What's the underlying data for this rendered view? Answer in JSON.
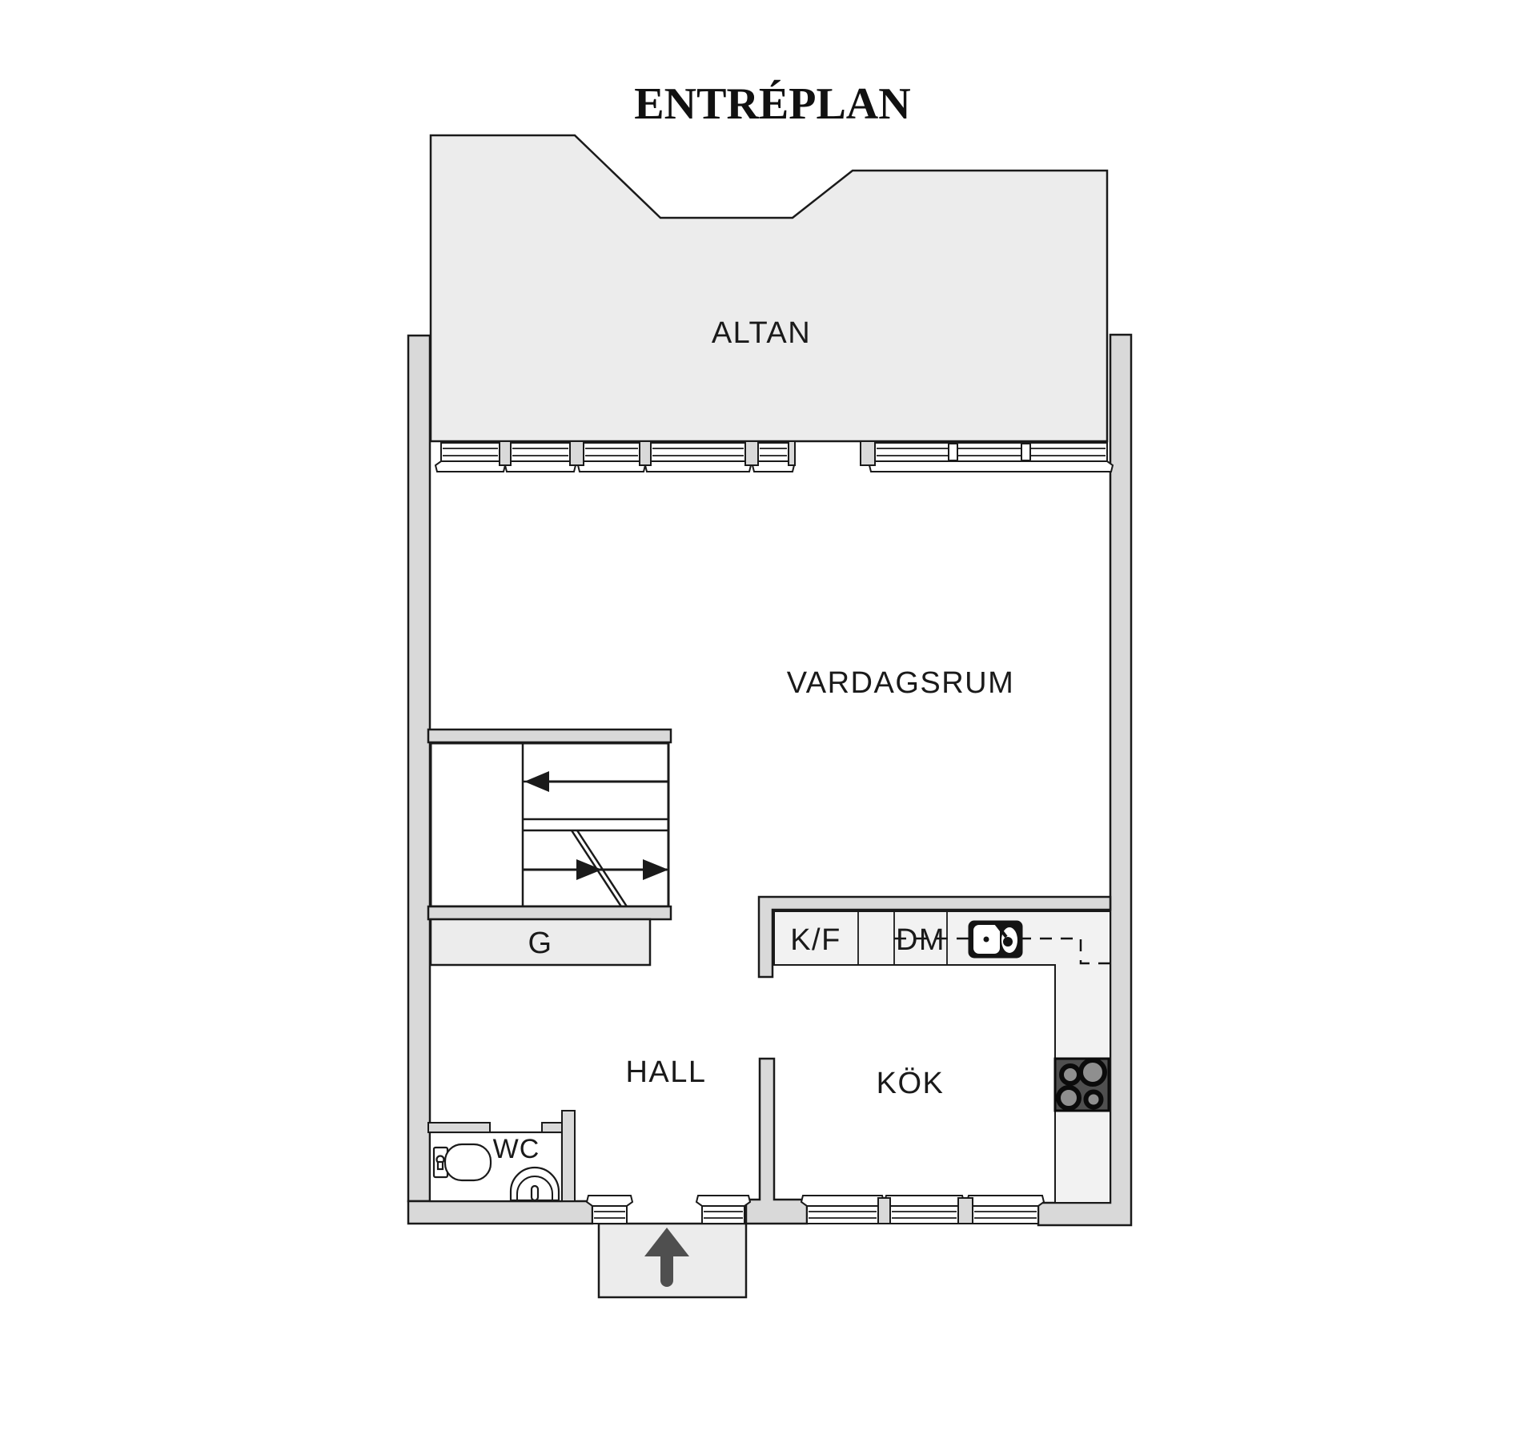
{
  "title": "ENTRÉPLAN",
  "labels": {
    "altan": "ALTAN",
    "vardagsrum": "VARDAGSRUM",
    "hall": "HALL",
    "kok": "KÖK",
    "wc": "WC",
    "closet": "G",
    "fridge_freezer": "K/F",
    "dishwasher": "DM"
  },
  "colors": {
    "background": "#ffffff",
    "wall_fill": "#d9d9d9",
    "terrace_fill": "#ececec",
    "counter_fill": "#f2f2f2",
    "outline": "#1a1a1a",
    "stove_fill": "#4f4f4f",
    "burner_ring": "#0b0b0b",
    "burner_center": "#8f8f8f",
    "entry_arrow": "#4f4f4f",
    "sink_fill": "#141414"
  }
}
